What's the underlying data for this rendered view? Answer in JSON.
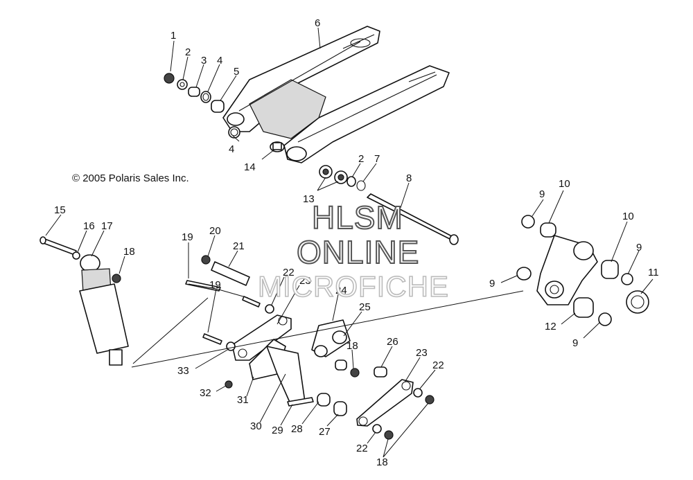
{
  "copyright": "© 2005 Polaris Sales Inc.",
  "watermark": {
    "line1": "HLSM",
    "line2": "ONLINE",
    "line3": "MICROFICHE"
  },
  "callouts": [
    {
      "id": "c1",
      "text": "1"
    },
    {
      "id": "c2a",
      "text": "2"
    },
    {
      "id": "c3",
      "text": "3"
    },
    {
      "id": "c4a",
      "text": "4"
    },
    {
      "id": "c5",
      "text": "5"
    },
    {
      "id": "c6",
      "text": "6"
    },
    {
      "id": "c4b",
      "text": "4"
    },
    {
      "id": "c14",
      "text": "14"
    },
    {
      "id": "c2b",
      "text": "2"
    },
    {
      "id": "c7",
      "text": "7"
    },
    {
      "id": "c13",
      "text": "13"
    },
    {
      "id": "c8",
      "text": "8"
    },
    {
      "id": "c9a",
      "text": "9"
    },
    {
      "id": "c10a",
      "text": "10"
    },
    {
      "id": "c10b",
      "text": "10"
    },
    {
      "id": "c9b",
      "text": "9"
    },
    {
      "id": "c9c",
      "text": "9"
    },
    {
      "id": "c11",
      "text": "11"
    },
    {
      "id": "c12",
      "text": "12"
    },
    {
      "id": "c9d",
      "text": "9"
    },
    {
      "id": "c15",
      "text": "15"
    },
    {
      "id": "c16",
      "text": "16"
    },
    {
      "id": "c17",
      "text": "17"
    },
    {
      "id": "c18a",
      "text": "18"
    },
    {
      "id": "c19a",
      "text": "19"
    },
    {
      "id": "c20",
      "text": "20"
    },
    {
      "id": "c21",
      "text": "21"
    },
    {
      "id": "c22a",
      "text": "22"
    },
    {
      "id": "c23a",
      "text": "23"
    },
    {
      "id": "c19b",
      "text": "19"
    },
    {
      "id": "c24",
      "text": "24"
    },
    {
      "id": "c25",
      "text": "25"
    },
    {
      "id": "c18b",
      "text": "18"
    },
    {
      "id": "c26",
      "text": "26"
    },
    {
      "id": "c23b",
      "text": "23"
    },
    {
      "id": "c22b",
      "text": "22"
    },
    {
      "id": "c33",
      "text": "33"
    },
    {
      "id": "c32",
      "text": "32"
    },
    {
      "id": "c31",
      "text": "31"
    },
    {
      "id": "c30",
      "text": "30"
    },
    {
      "id": "c29",
      "text": "29"
    },
    {
      "id": "c28",
      "text": "28"
    },
    {
      "id": "c27",
      "text": "27"
    },
    {
      "id": "c22c",
      "text": "22"
    },
    {
      "id": "c18c",
      "text": "18"
    }
  ]
}
